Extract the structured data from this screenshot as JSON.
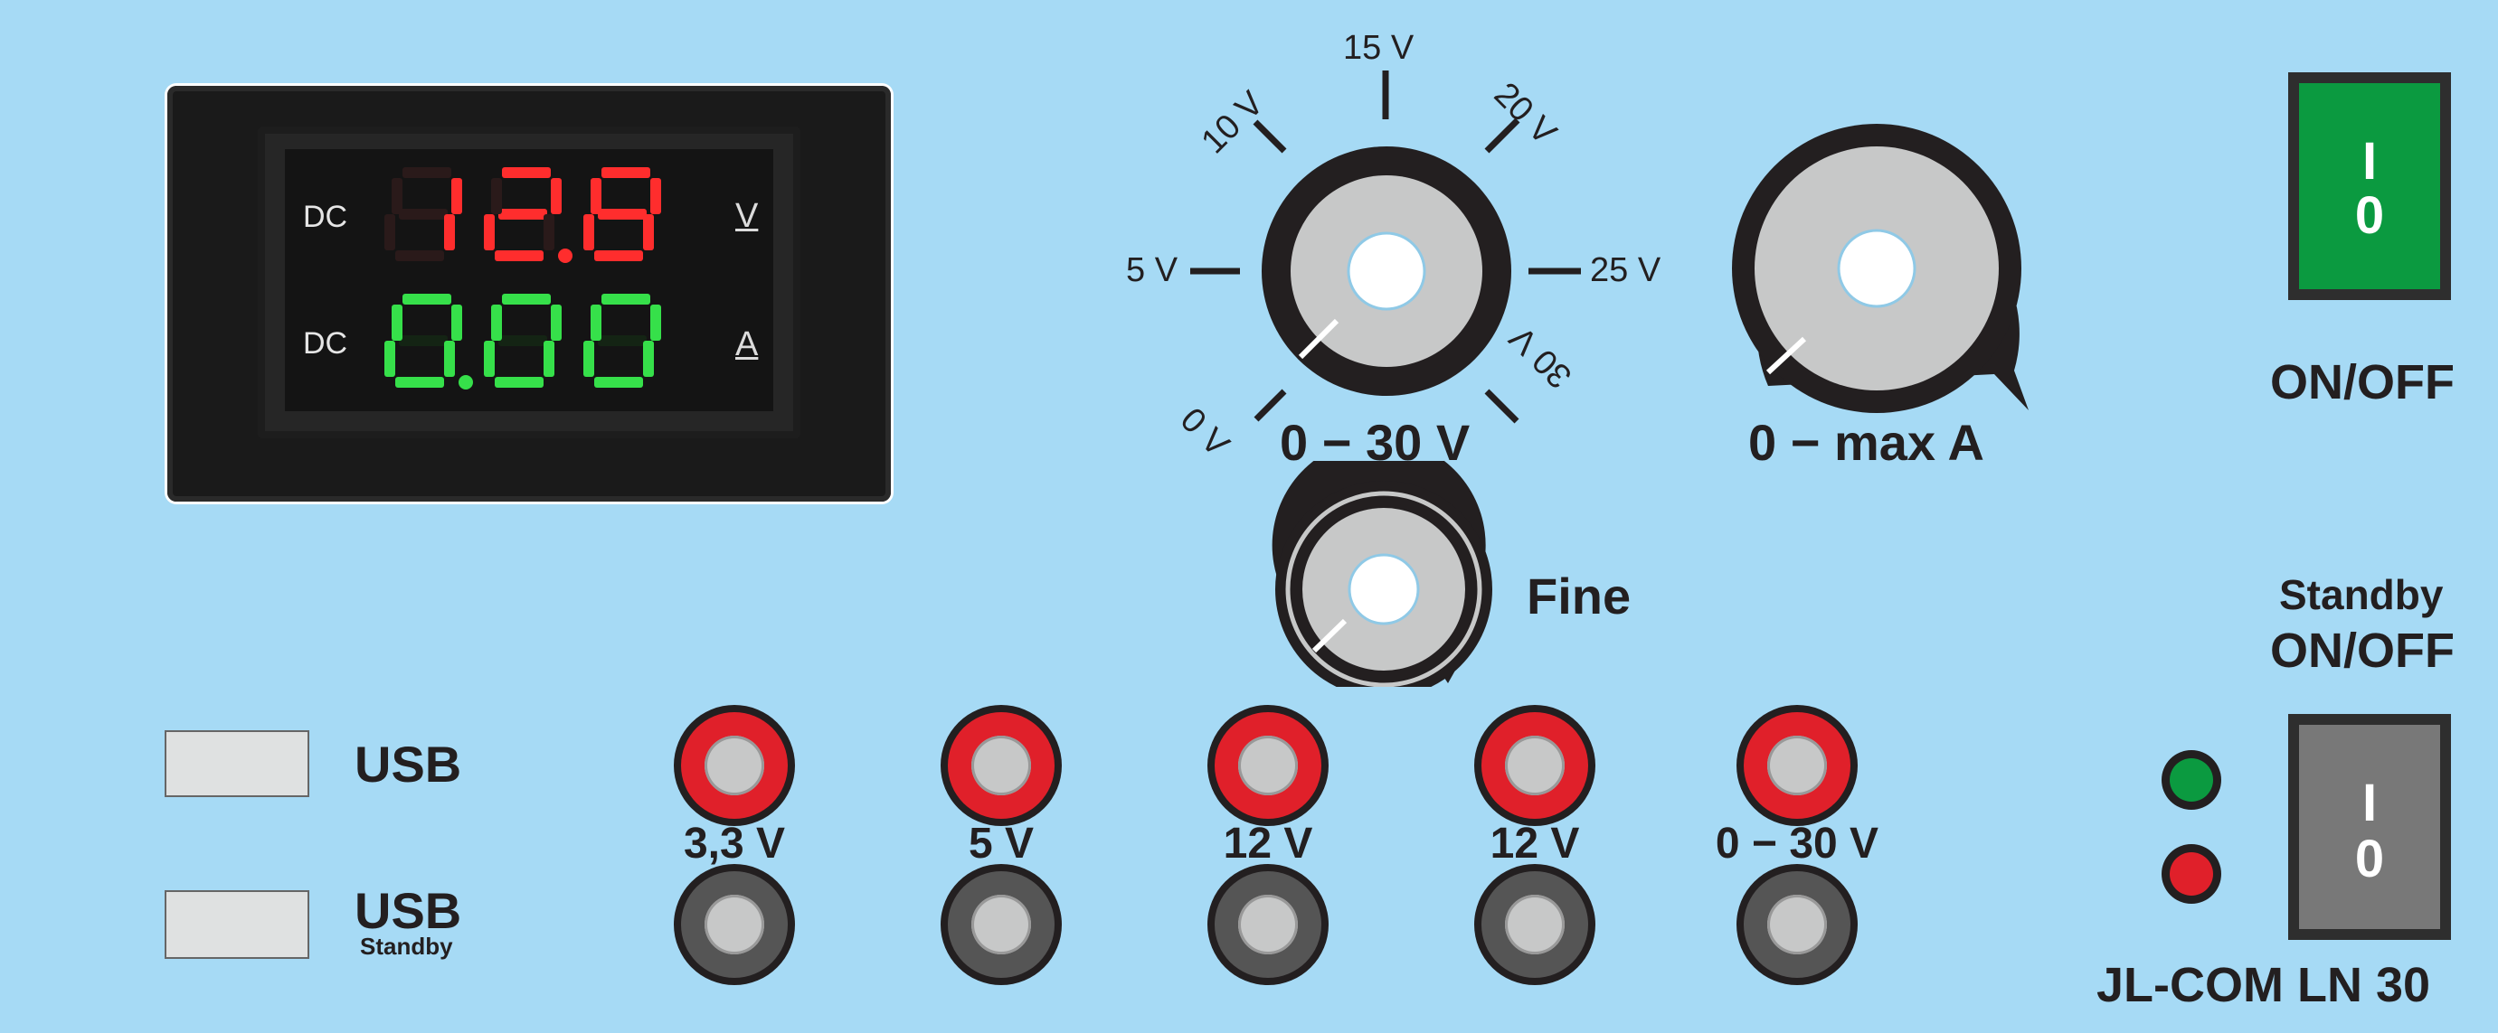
{
  "meter": {
    "voltage": {
      "type_label": "DC",
      "reading": "12.8",
      "unit": "V"
    },
    "current": {
      "type_label": "DC",
      "reading": "0.00",
      "unit": "A"
    }
  },
  "voltage_knob": {
    "scale_labels": [
      "0 V",
      "5 V",
      "10 V",
      "15 V",
      "20 V",
      "25 V",
      "30 V"
    ],
    "label": "0 − 30 V"
  },
  "current_knob": {
    "label": "0 − max A"
  },
  "fine_knob": {
    "label": "Fine"
  },
  "power_switch": {
    "on_mark": "I",
    "off_mark": "0",
    "label": "ON/OFF"
  },
  "standby_switch": {
    "on_mark": "I",
    "off_mark": "0",
    "label_line1": "Standby",
    "label_line2": "ON/OFF"
  },
  "usb_ports": [
    {
      "label": "USB",
      "sublabel": ""
    },
    {
      "label": "USB",
      "sublabel": "Standby"
    }
  ],
  "outputs": [
    {
      "label": "3,3 V"
    },
    {
      "label": "5 V"
    },
    {
      "label": "12 V"
    },
    {
      "label": "12 V"
    },
    {
      "label": "0 − 30 V"
    }
  ],
  "model_label": "JL-COM LN 30",
  "colors": {
    "panel": "#a6daf5",
    "voltage_digits": "#ff2d2d",
    "current_digits": "#36e04a",
    "jack_positive": "#e0202a",
    "jack_negative": "#555555",
    "power_switch": "#0b9a40",
    "standby_switch": "#787878",
    "led_green": "#0b9a40",
    "led_red": "#e0202a"
  }
}
